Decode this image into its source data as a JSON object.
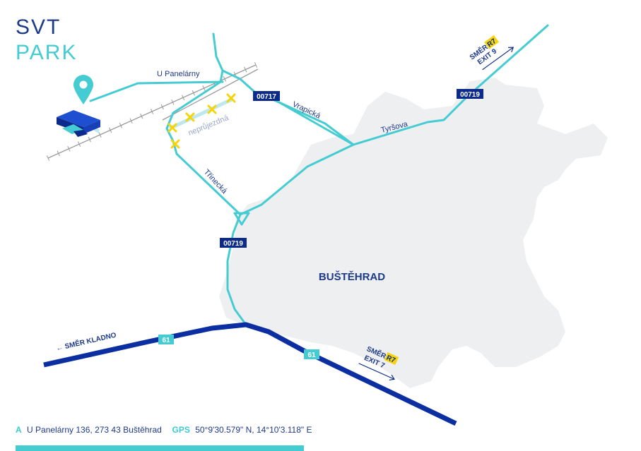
{
  "logo": {
    "line1": "SVT",
    "line2": "PARK"
  },
  "city": "BUŠTĚHRAD",
  "streets": {
    "u_panelarny": "U Panelárny",
    "neprujezdna": "neprůjezdná",
    "vrapicka": "Vrapická",
    "trinecka": "Třinecká",
    "tyrsova": "Tyršova"
  },
  "roads": {
    "r00717": "00717",
    "r00719_a": "00719",
    "r00719_b": "00719",
    "r61_a": "61",
    "r61_b": "61"
  },
  "directions": {
    "exit9": {
      "line1": "SMĚR",
      "badge": "R7",
      "line2": "EXIT 9"
    },
    "exit7": {
      "line1": "SMĚR",
      "badge": "R7",
      "line2": "EXIT 7"
    },
    "kladno": "← SMĚR KLADNO"
  },
  "footer": {
    "address_key": "A",
    "address": "U Panelárny 136, 273 43 Buštěhrad",
    "gps_key": "GPS",
    "gps": "50°9'30.579\" N, 14°10'3.118\" E"
  },
  "colors": {
    "accent": "#45ccd3",
    "primary": "#0b2a8c",
    "town_area": "#eeeff0",
    "warning": "#f5d50a"
  }
}
